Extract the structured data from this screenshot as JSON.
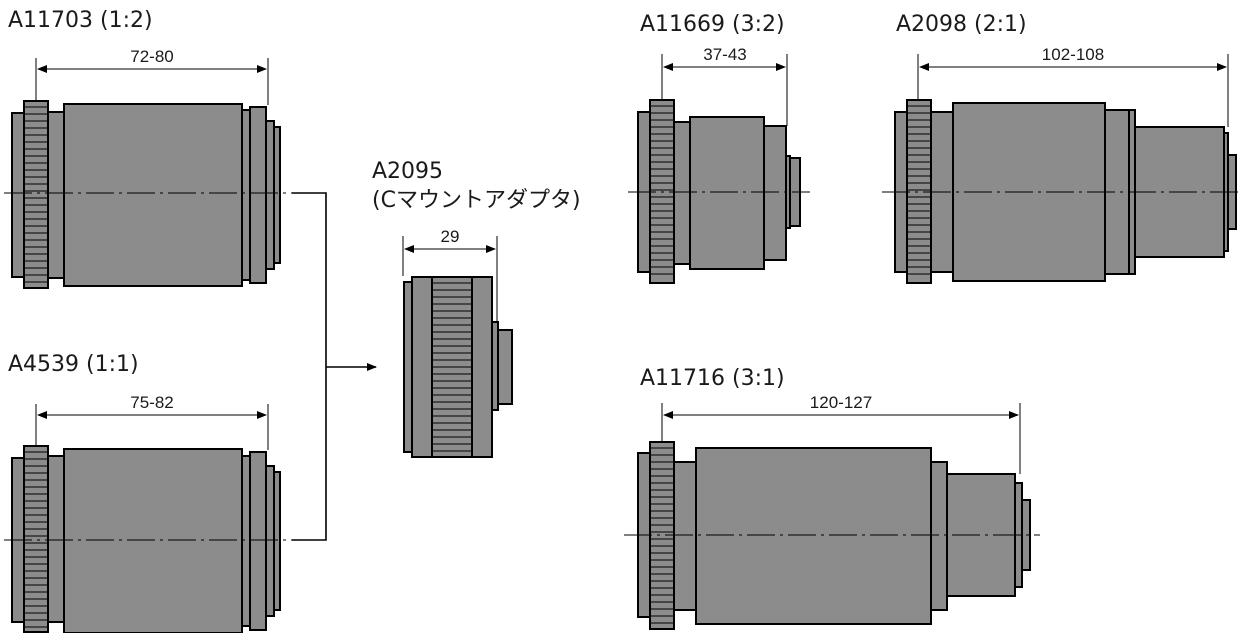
{
  "labels": {
    "a11703": "A11703 (1:2)",
    "a4539": "A4539 (1:1)",
    "a2095": "A2095",
    "a2095_sub": "(Cマウントアダプタ)",
    "a11669": "A11669 (3:2)",
    "a2098": "A2098 (2:1)",
    "a11716": "A11716 (3:1)"
  },
  "dimensions": {
    "a11703": "72-80",
    "a4539": "75-82",
    "a2095": "29",
    "a11669": "37-43",
    "a2098": "102-108",
    "a11716": "120-127"
  },
  "colors": {
    "body": "#8c8c8c",
    "outline": "#000000",
    "background": "#ffffff"
  }
}
